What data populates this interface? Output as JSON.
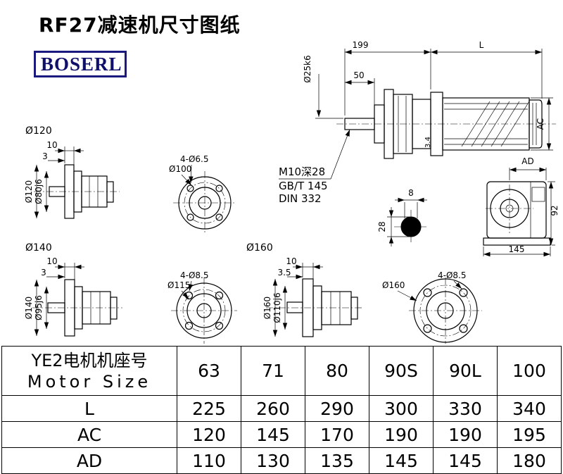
{
  "title": "RF27减速机尺寸图纸",
  "logo": "BOSERL",
  "drawings": {
    "main": {
      "d199": "199",
      "dL": "L",
      "d25": "Ø25k6",
      "d50": "50",
      "dAC": "AC",
      "d34": "3.4",
      "note1": "M10深28",
      "note2": "GB/T 145",
      "note3": "DIN 332"
    },
    "keyway": {
      "d8": "8",
      "d28": "28"
    },
    "end_view": {
      "dAD": "AD",
      "d92": "92",
      "d145": "145"
    },
    "flange120": {
      "label": "Ø120",
      "d10": "10",
      "d3": "3",
      "dOD": "Ø120",
      "dHub": "Ø80j6"
    },
    "face100": {
      "holes": "4-Ø6.5",
      "dia": "Ø100"
    },
    "flange140": {
      "label": "Ø140",
      "d10": "10",
      "d3": "3",
      "dOD": "Ø140",
      "dHub": "Ø95j6"
    },
    "face115": {
      "holes": "4-Ø8.5",
      "dia": "Ø115"
    },
    "flange160": {
      "label": "Ø160",
      "d10": "10",
      "d35": "3.5",
      "dOD": "Ø160",
      "dHub": "Ø110j6"
    },
    "face160": {
      "holes": "4-Ø8.5",
      "dia": "Ø160"
    }
  },
  "table": {
    "header_cn": "YE2电机机座号",
    "header_en": "Motor Size",
    "motor_sizes": [
      "63",
      "71",
      "80",
      "90S",
      "90L",
      "100"
    ],
    "rows": [
      {
        "label": "L",
        "values": [
          "225",
          "260",
          "290",
          "300",
          "330",
          "340"
        ]
      },
      {
        "label": "AC",
        "values": [
          "120",
          "145",
          "170",
          "190",
          "190",
          "195"
        ]
      },
      {
        "label": "AD",
        "values": [
          "110",
          "130",
          "135",
          "145",
          "145",
          "180"
        ]
      }
    ]
  }
}
